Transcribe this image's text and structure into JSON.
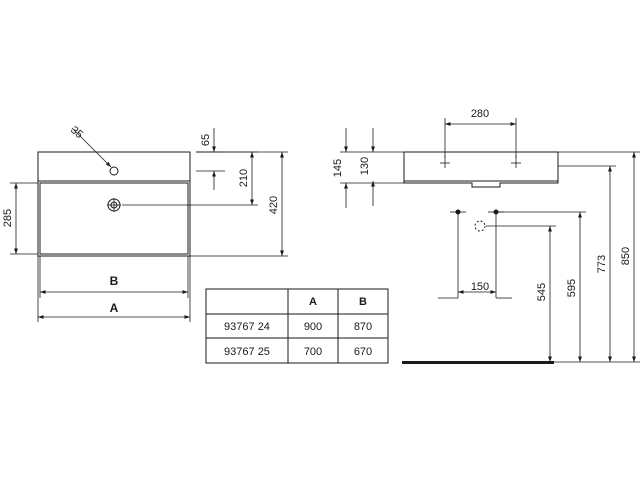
{
  "top_view": {
    "tap_hole_diameter": "35",
    "tap_hole_offset": "65",
    "waste_offset": "210",
    "basin_width": "285",
    "depth": "420",
    "inner_width_label": "B",
    "outer_width_label": "A"
  },
  "side_view": {
    "fixing_spacing": "280",
    "height_outer": "145",
    "height_inner": "130",
    "waste_setback": "150",
    "height_545": "545",
    "height_595": "595",
    "height_773": "773",
    "height_850": "850"
  },
  "table": {
    "headers": [
      "",
      "A",
      "B"
    ],
    "rows": [
      [
        "93767 24",
        "900",
        "870"
      ],
      [
        "93767 25",
        "700",
        "670"
      ]
    ]
  },
  "colors": {
    "line": "#1a1a1a",
    "background": "#ffffff"
  }
}
